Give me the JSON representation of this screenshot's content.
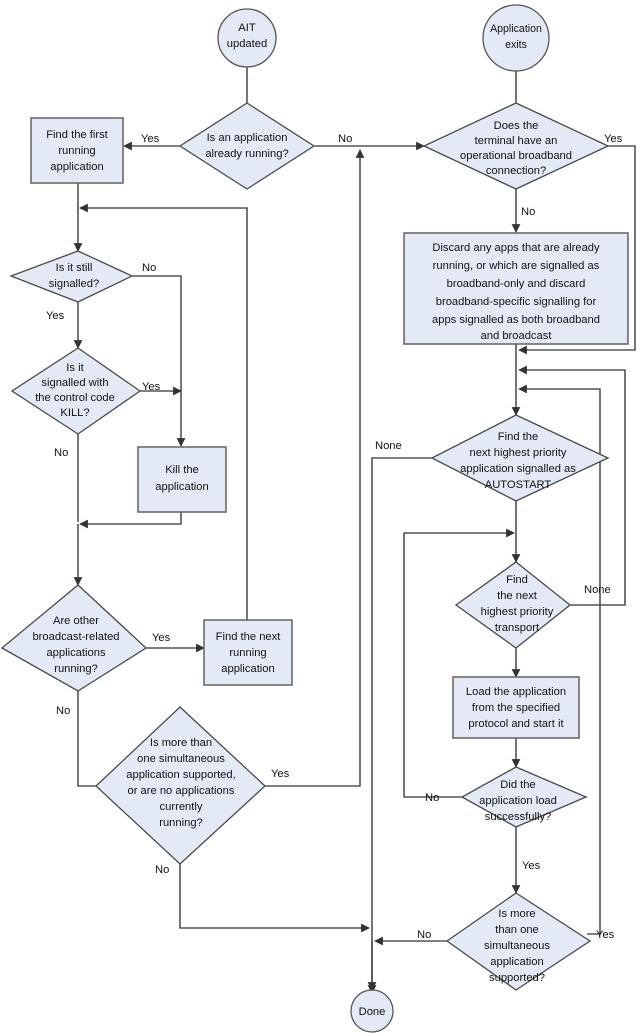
{
  "diagram": {
    "title": "Application lifecycle flowchart",
    "colors": {
      "node_fill": "#e3eaf5",
      "node_stroke": "#6e6e6e",
      "edge_stroke": "#333333",
      "text": "#111111",
      "background": "#ffffff"
    },
    "nodes": [
      {
        "id": "ait_updated",
        "type": "terminator",
        "lines": [
          "AIT",
          "updated"
        ]
      },
      {
        "id": "app_exits",
        "type": "terminator",
        "lines": [
          "Application",
          "exits"
        ]
      },
      {
        "id": "app_running",
        "type": "decision",
        "lines": [
          "Is an application",
          "already running?"
        ]
      },
      {
        "id": "find_first",
        "type": "process",
        "lines": [
          "Find the first",
          "running",
          "application"
        ]
      },
      {
        "id": "broadband_conn",
        "type": "decision",
        "lines": [
          "Does the",
          "terminal have an",
          "operational broadband",
          "connection?"
        ]
      },
      {
        "id": "discard_apps",
        "type": "process",
        "lines": [
          "Discard any apps that are already",
          "running, or which are signalled as",
          "broadband-only and discard",
          "broadband-specific signalling for",
          "apps signalled as both broadband",
          "and broadcast"
        ]
      },
      {
        "id": "still_signalled",
        "type": "decision",
        "lines": [
          "Is it still",
          "signalled?"
        ]
      },
      {
        "id": "kill_code",
        "type": "decision",
        "lines": [
          "Is it",
          "signalled with",
          "the control code",
          "KILL?"
        ]
      },
      {
        "id": "kill_app",
        "type": "process",
        "lines": [
          "Kill the",
          "application"
        ]
      },
      {
        "id": "find_autostart",
        "type": "decision",
        "lines": [
          "Find the",
          "next highest priority",
          "application signalled as",
          "AUTOSTART"
        ]
      },
      {
        "id": "find_transport",
        "type": "decision",
        "lines": [
          "Find",
          "the next",
          "highest priority",
          "transport"
        ]
      },
      {
        "id": "load_app",
        "type": "process",
        "lines": [
          "Load the application",
          "from the specified",
          "protocol and start it"
        ]
      },
      {
        "id": "load_ok",
        "type": "decision",
        "lines": [
          "Did the",
          "application load",
          "successfully?"
        ]
      },
      {
        "id": "other_broadcast",
        "type": "decision",
        "lines": [
          "Are other",
          "broadcast-related",
          "applications",
          "running?"
        ]
      },
      {
        "id": "find_next",
        "type": "process",
        "lines": [
          "Find the next",
          "running",
          "application"
        ]
      },
      {
        "id": "more_than_one_a",
        "type": "decision",
        "lines": [
          "Is more than",
          "one simultaneous",
          "application supported,",
          "or are no applications",
          "currently",
          "running?"
        ]
      },
      {
        "id": "more_than_one_b",
        "type": "decision",
        "lines": [
          "Is more",
          "than one",
          "simultaneous",
          "application",
          "supported?"
        ]
      },
      {
        "id": "done",
        "type": "terminator",
        "lines": [
          "Done"
        ]
      }
    ],
    "edge_labels": [
      {
        "id": "lbl_yes_app_running",
        "text": "Yes"
      },
      {
        "id": "lbl_no_app_running",
        "text": "No"
      },
      {
        "id": "lbl_yes_broadband",
        "text": "Yes"
      },
      {
        "id": "lbl_no_broadband",
        "text": "No"
      },
      {
        "id": "lbl_no_still",
        "text": "No"
      },
      {
        "id": "lbl_yes_still",
        "text": "Yes"
      },
      {
        "id": "lbl_yes_kill",
        "text": "Yes"
      },
      {
        "id": "lbl_no_kill",
        "text": "No"
      },
      {
        "id": "lbl_none_autostart",
        "text": "None"
      },
      {
        "id": "lbl_none_transport",
        "text": "None"
      },
      {
        "id": "lbl_no_loadok",
        "text": "No"
      },
      {
        "id": "lbl_yes_loadok",
        "text": "Yes"
      },
      {
        "id": "lbl_yes_other",
        "text": "Yes"
      },
      {
        "id": "lbl_no_other",
        "text": "No"
      },
      {
        "id": "lbl_yes_more_a",
        "text": "Yes"
      },
      {
        "id": "lbl_no_more_a",
        "text": "No"
      },
      {
        "id": "lbl_no_more_b",
        "text": "No"
      },
      {
        "id": "lbl_yes_more_b",
        "text": "Yes"
      }
    ]
  }
}
